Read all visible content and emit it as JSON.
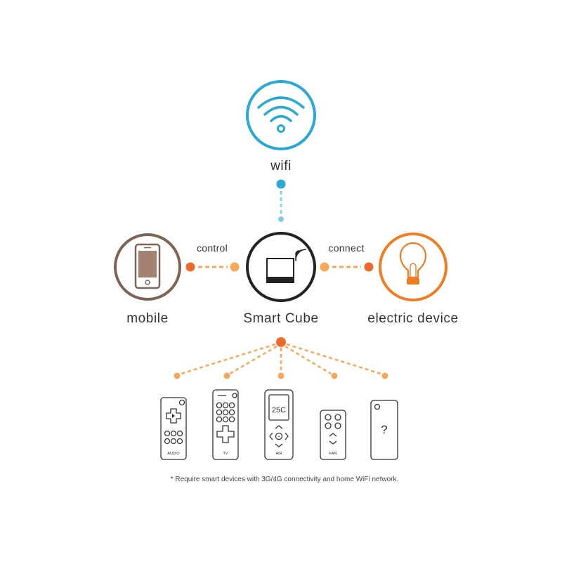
{
  "nodes": {
    "wifi": {
      "label": "wifi"
    },
    "mobile": {
      "label": "mobile"
    },
    "cube": {
      "label": "Smart Cube"
    },
    "device": {
      "label": "electric device"
    }
  },
  "edges": {
    "control": "control",
    "connect": "connect"
  },
  "remotes": [
    {
      "label": "AUDIO"
    },
    {
      "label": "TV"
    },
    {
      "label": "AIR",
      "display": "25C"
    },
    {
      "label": "FAN"
    },
    {
      "label": "",
      "symbol": "?"
    }
  ],
  "footnote": "* Require smart devices with 3G/4G connectivity and home WiFi network.",
  "colors": {
    "wifi": "#29a9d3",
    "mobile": "#7d6556",
    "cube": "#222222",
    "device": "#f07c22",
    "dot_dark": "#ee6a2a",
    "dot_light": "#f5a85a",
    "wifi_dot": "#29a9d3",
    "wifi_dash": "#7fcbe4"
  },
  "icons": [
    "wifi-icon",
    "mobile-phone-icon",
    "smart-cube-icon",
    "light-bulb-icon"
  ]
}
